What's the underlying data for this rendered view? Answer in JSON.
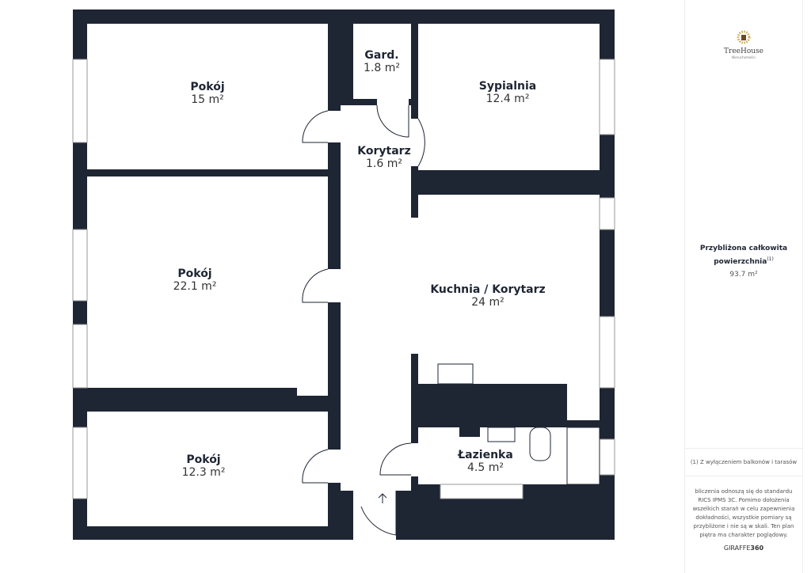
{
  "rooms": [
    {
      "name": "Pokój",
      "area": "15 m²"
    },
    {
      "name": "Gard.",
      "area": "1.8 m²"
    },
    {
      "name": "Sypialnia",
      "area": "12.4 m²"
    },
    {
      "name": "Korytarz",
      "area": "1.6 m²"
    },
    {
      "name": "Pokój",
      "area": "22.1 m²"
    },
    {
      "name": "Kuchnia / Korytarz",
      "area": "24 m²"
    },
    {
      "name": "Pokój",
      "area": "12.3 m²"
    },
    {
      "name": "Łazienka",
      "area": "4.5 m²"
    }
  ],
  "colors": {
    "wall": "#1e2533"
  },
  "panel": {
    "logo_name": "TreeHouse",
    "logo_sub": "Nieruchomości",
    "total_label": "Przybliżona całkowita powierzchnia",
    "total_sup": "(1)",
    "total_value": "93.7 m²",
    "footnote": "(1) Z wyłączeniem balkonów i tarasów",
    "disclaimer": "bliczenia odnoszą się do standardu RICS IPMS 3C. Pomimo dołożenia wszelkich starań w celu zapewnienia dokładności, wszystkie pomiary są przybliżone i nie są w skali. Ten plan piętra ma charakter poglądowy.",
    "brand_a": "GIRAFFE",
    "brand_b": "360"
  }
}
